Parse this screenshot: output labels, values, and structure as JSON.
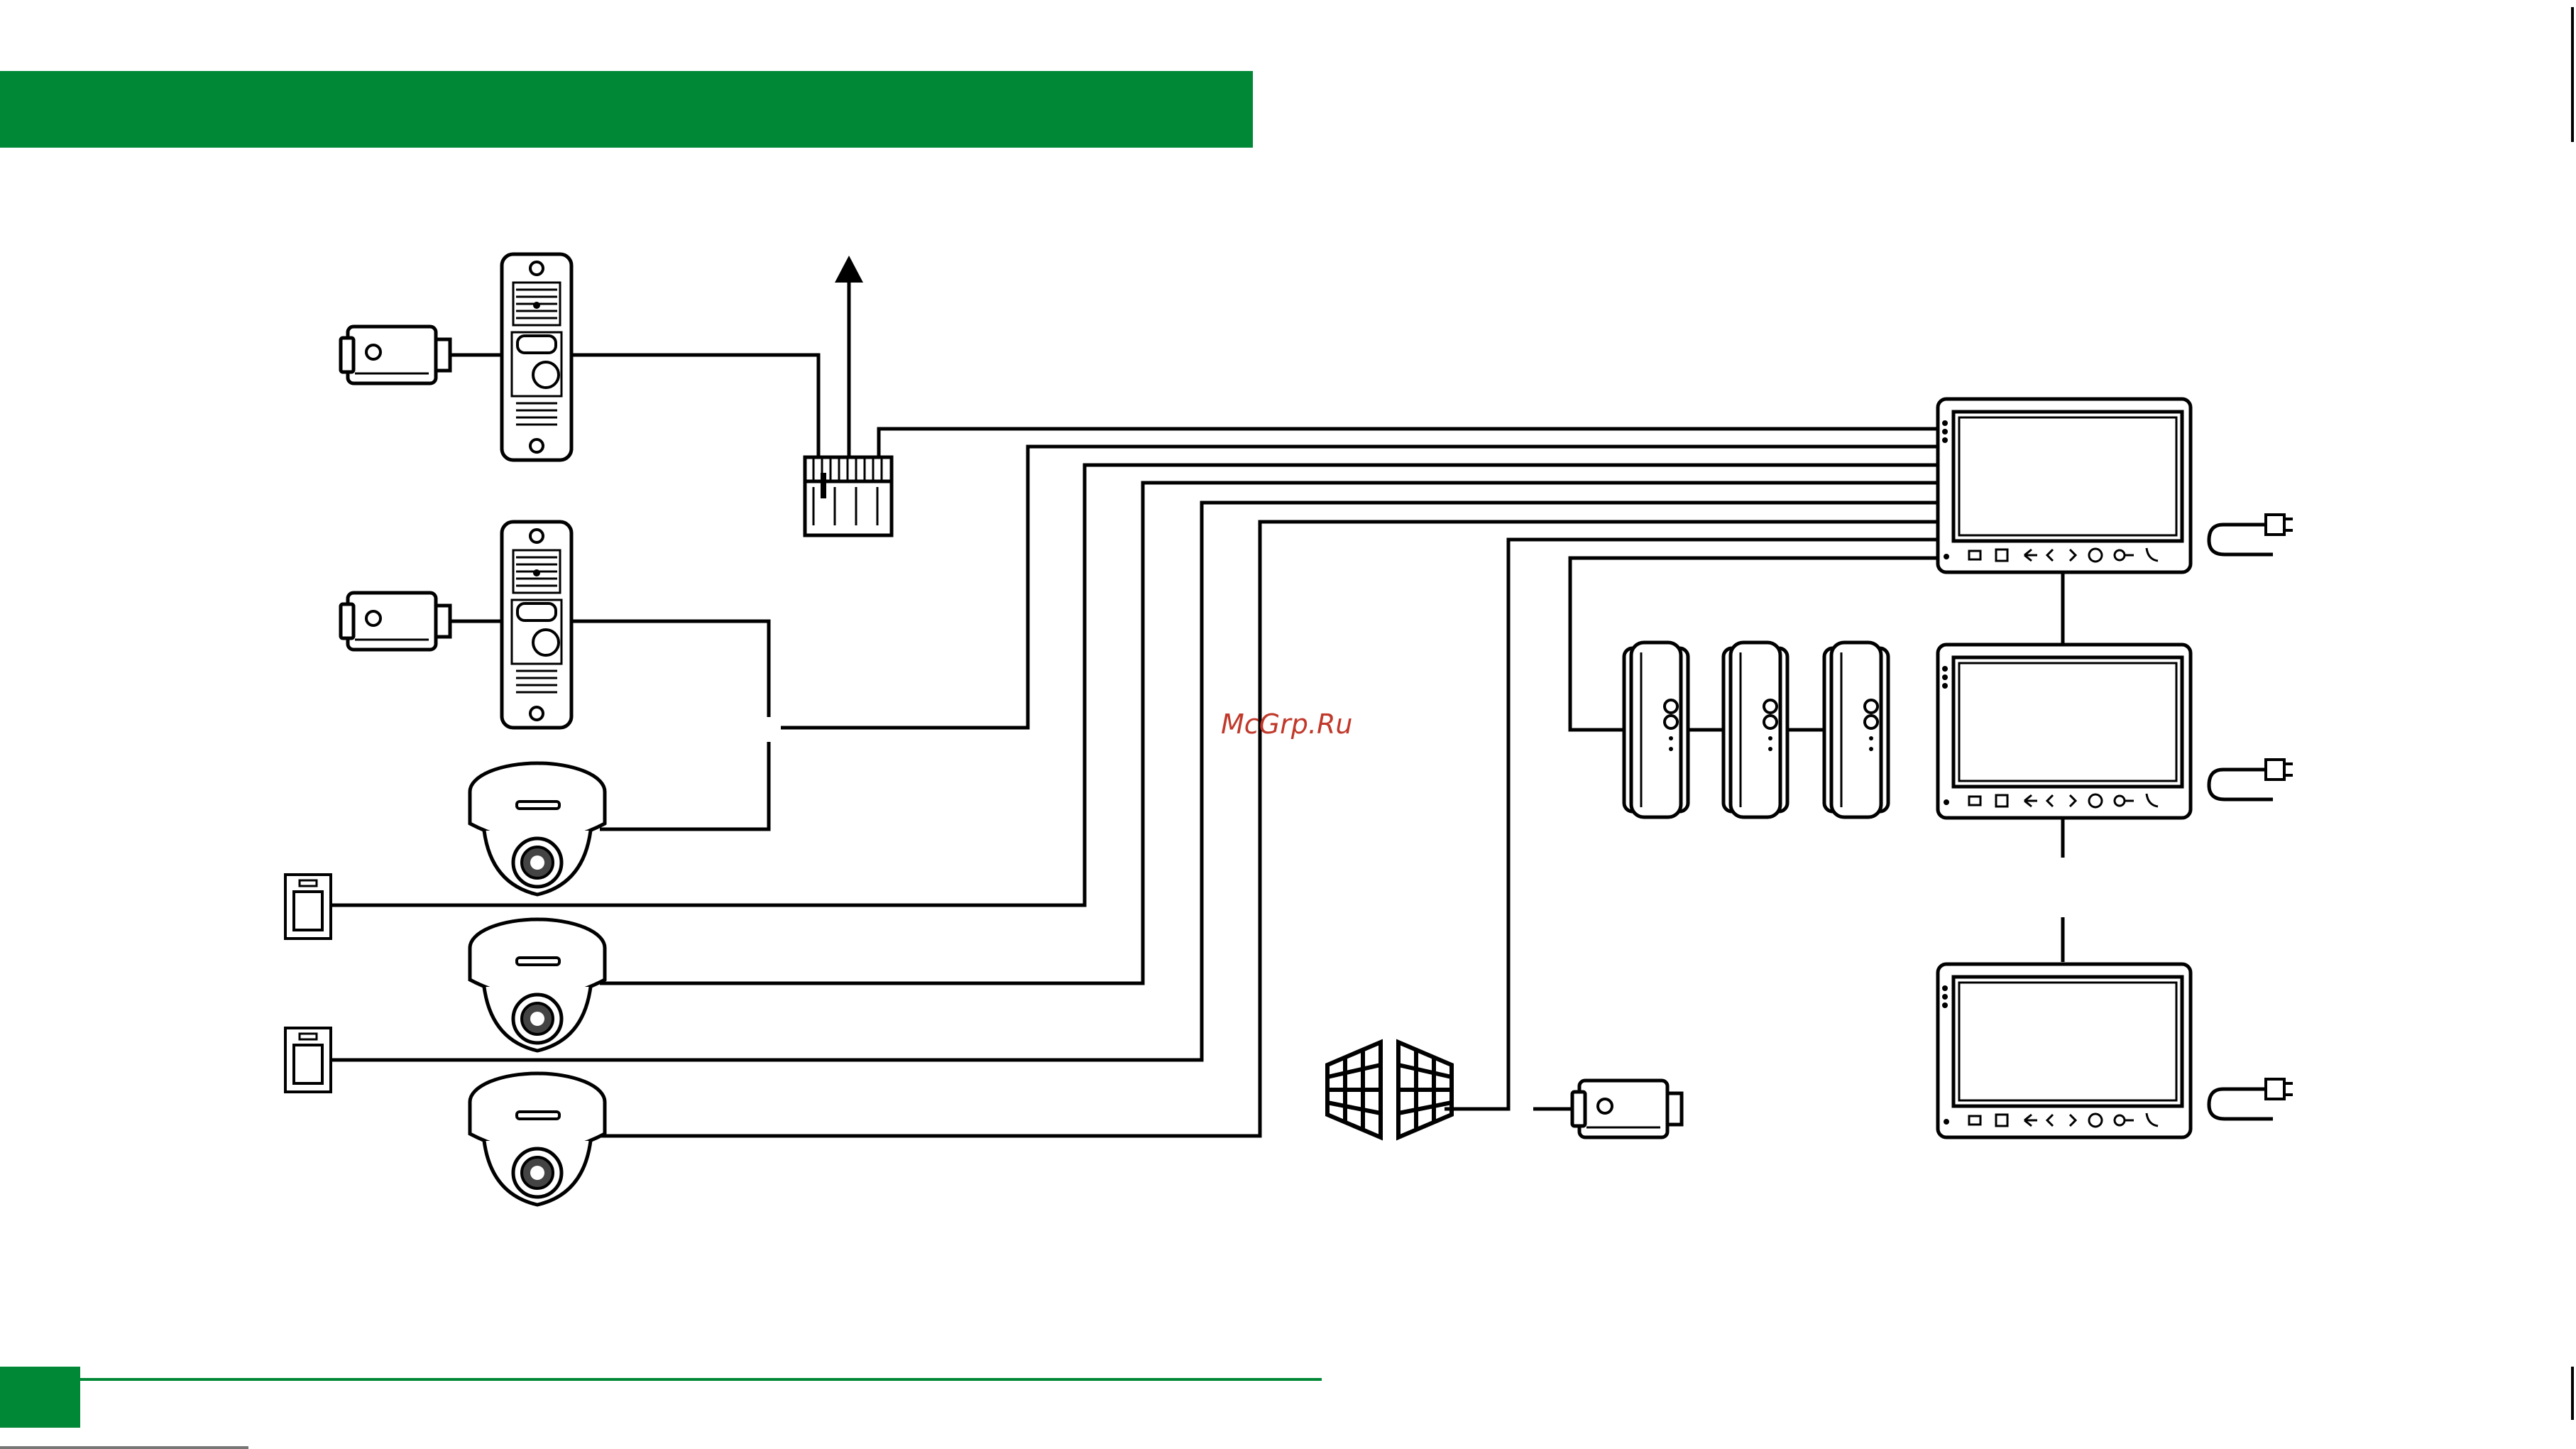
{
  "watermark": {
    "text": "McGrp.Ru"
  },
  "colors": {
    "accent_green": "#008836",
    "wire": "#000000",
    "device_fill": "#ffffff",
    "device_shade": "#dcdcdc",
    "watermark": "#c0392b"
  },
  "devices": {
    "call_panels": [
      "door-call-panel-1",
      "door-call-panel-2"
    ],
    "locks": [
      "electric-lock-1",
      "electric-lock-2",
      "gate-lock"
    ],
    "dome_cameras": [
      "dome-camera-1",
      "dome-camera-2",
      "dome-camera-3"
    ],
    "sensors": [
      "door-sensor-1",
      "door-sensor-2"
    ],
    "handsets": [
      "audio-handset-1",
      "audio-handset-2",
      "audio-handset-3"
    ],
    "monitors": [
      "video-monitor-1",
      "video-monitor-2",
      "video-monitor-3"
    ],
    "power_plugs": [
      "power-plug-1",
      "power-plug-2",
      "power-plug-3"
    ],
    "other": [
      "terminal-block",
      "gate-icon",
      "output-arrow-icon"
    ]
  }
}
